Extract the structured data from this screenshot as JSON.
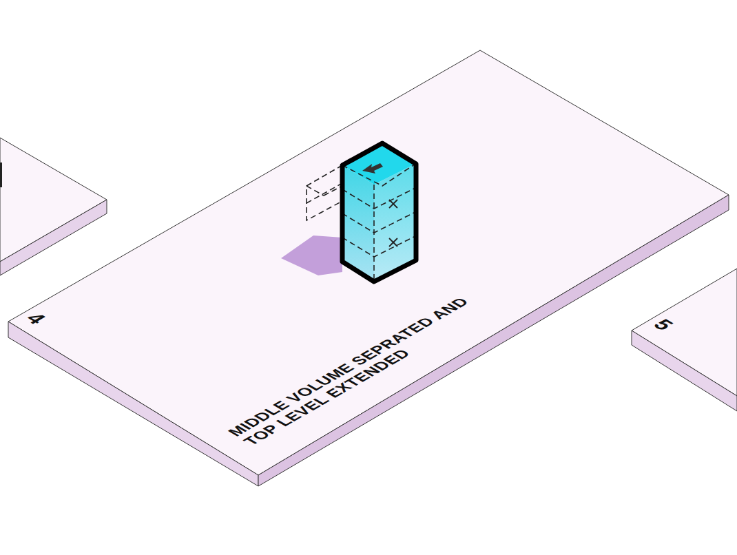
{
  "diagram": {
    "nodes": [
      {
        "text": [
          "4",
          "MIDDLE VOLUME SEPRATED AND TOP LEVEL EXTENDED"
        ]
      },
      {
        "text": [
          "5"
        ]
      }
    ]
  }
}
